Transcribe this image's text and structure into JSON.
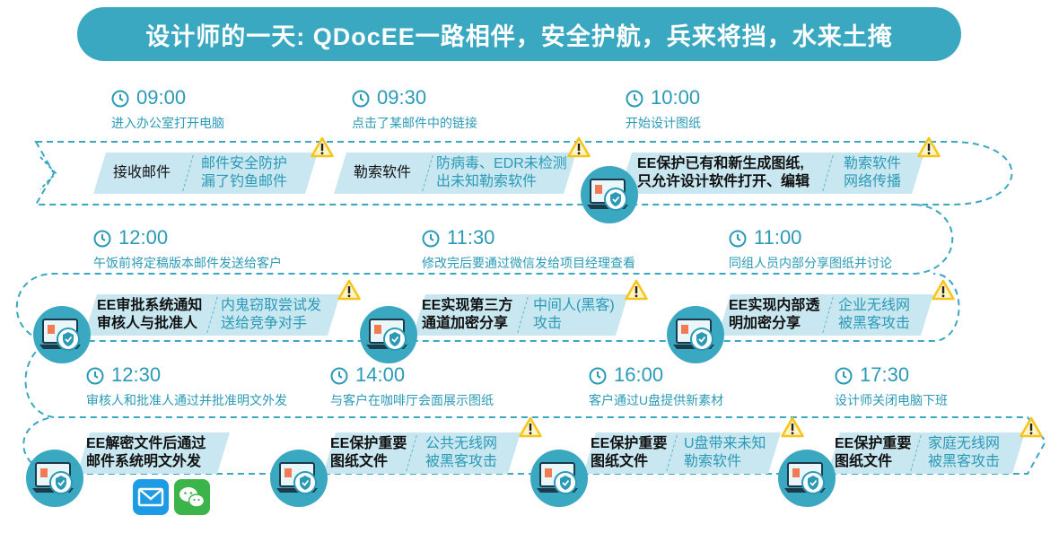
{
  "title": "设计师的一天: QDocEE一路相伴，安全护航，兵来将挡，水来土掩",
  "colors": {
    "accent": "#3aa8c1",
    "card_bg": "#c8e7f0",
    "text_blue": "#2a9ab6",
    "warning": "#f6c51b"
  },
  "rows": [
    {
      "events": [
        {
          "time": "09:00",
          "desc": "进入办公室打开电脑"
        },
        {
          "time": "09:30",
          "desc": "点击了某邮件中的链接"
        },
        {
          "time": "10:00",
          "desc": "开始设计图纸"
        }
      ],
      "cards": [
        {
          "label": "接收邮件",
          "threat": "邮件安全防护\n漏了钓鱼邮件"
        },
        {
          "label": "勒索软件",
          "threat": "防病毒、EDR未检测\n出未知勒索软件"
        },
        {
          "label": "EE保护已有和新生成图纸,\n只允许设计软件打开、编辑",
          "threat": "勒索软件\n网络传播"
        }
      ]
    },
    {
      "events": [
        {
          "time": "12:00",
          "desc": "午饭前将定稿版本邮件发送给客户"
        },
        {
          "time": "11:30",
          "desc": "修改完后要通过微信发给项目经理查看"
        },
        {
          "time": "11:00",
          "desc": "同组人员内部分享图纸并讨论"
        }
      ],
      "cards": [
        {
          "label": "EE审批系统通知\n审核人与批准人",
          "threat": "内鬼窃取尝试发\n送给竞争对手"
        },
        {
          "label": "EE实现第三方\n通道加密分享",
          "threat": "中间人(黑客)\n攻击"
        },
        {
          "label": "EE实现内部透\n明加密分享",
          "threat": "企业无线网\n被黑客攻击"
        }
      ]
    },
    {
      "events": [
        {
          "time": "12:30",
          "desc": "审核人和批准人通过并批准明文外发"
        },
        {
          "time": "14:00",
          "desc": "与客户在咖啡厅会面展示图纸"
        },
        {
          "time": "16:00",
          "desc": "客户通过U盘提供新素材"
        },
        {
          "time": "17:30",
          "desc": "设计师关闭电脑下班"
        }
      ],
      "cards": [
        {
          "label": "EE解密文件后通过\n邮件系统明文外发"
        },
        {
          "label": "EE保护重要\n图纸文件",
          "threat": "公共无线网\n被黑客攻击"
        },
        {
          "label": "EE保护重要\n图纸文件",
          "threat": "U盘带来未知\n勒索软件"
        },
        {
          "label": "EE保护重要\n图纸文件",
          "threat": "家庭无线网\n被黑客攻击"
        }
      ],
      "outgoing_apps": [
        "mail-icon",
        "wechat-icon"
      ]
    }
  ],
  "icons": {
    "clock": "clock-icon",
    "warning": "warning-icon",
    "laptop": "laptop-shield-icon"
  }
}
